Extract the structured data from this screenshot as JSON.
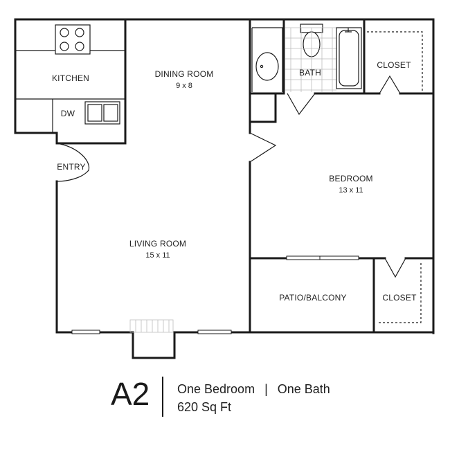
{
  "rooms": {
    "kitchen": {
      "label": "KITCHEN"
    },
    "dishwasher": {
      "label": "DW"
    },
    "dining": {
      "label": "DINING ROOM",
      "dims": "9 x 8"
    },
    "bath": {
      "label": "BATH"
    },
    "closet_top": {
      "label": "CLOSET"
    },
    "entry": {
      "label": "ENTRY"
    },
    "bedroom": {
      "label": "BEDROOM",
      "dims": "13 x 11"
    },
    "living": {
      "label": "LIVING ROOM",
      "dims": "15 x 11"
    },
    "patio": {
      "label": "PATIO/BALCONY"
    },
    "closet_bottom": {
      "label": "CLOSET"
    }
  },
  "caption": {
    "unit_code": "A2",
    "bedrooms": "One Bedroom",
    "separator": "|",
    "baths": "One Bath",
    "area": "620 Sq Ft"
  }
}
